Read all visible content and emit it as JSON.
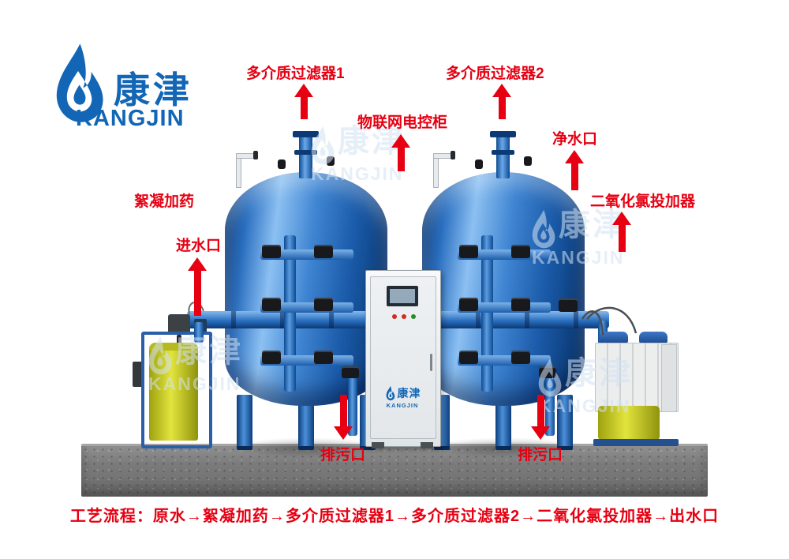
{
  "brand": {
    "cn": "康津",
    "en": "KANGJIN"
  },
  "annotations": {
    "filter1": "多介质过滤器1",
    "filter2": "多介质过滤器2",
    "iot_cabinet": "物联网电控柜",
    "clean_water_outlet": "净水口",
    "flocculation_dosing": "絮凝加药",
    "water_inlet": "进水口",
    "chlorine_dioxide_doser": "二氧化氯投加器",
    "drain_left": "排污口",
    "drain_right": "排污口"
  },
  "cabinet": {
    "logo_cn": "康津",
    "logo_en": "KANGJIN"
  },
  "watermark": {
    "cn": "康津",
    "en": "KANGJIN"
  },
  "process_flow": "工艺流程：原水→絮凝加药→多介质过滤器1→多介质过滤器2→二氧化氯投加器→出水口",
  "colors": {
    "annotation_red": "#e60012",
    "brand_blue": "#1266b5",
    "tank_blue": "#2f77c8",
    "pipe_blue": "#2a66b8",
    "dosing_yellow": "#ccd02a",
    "base_gray": "#828282"
  }
}
